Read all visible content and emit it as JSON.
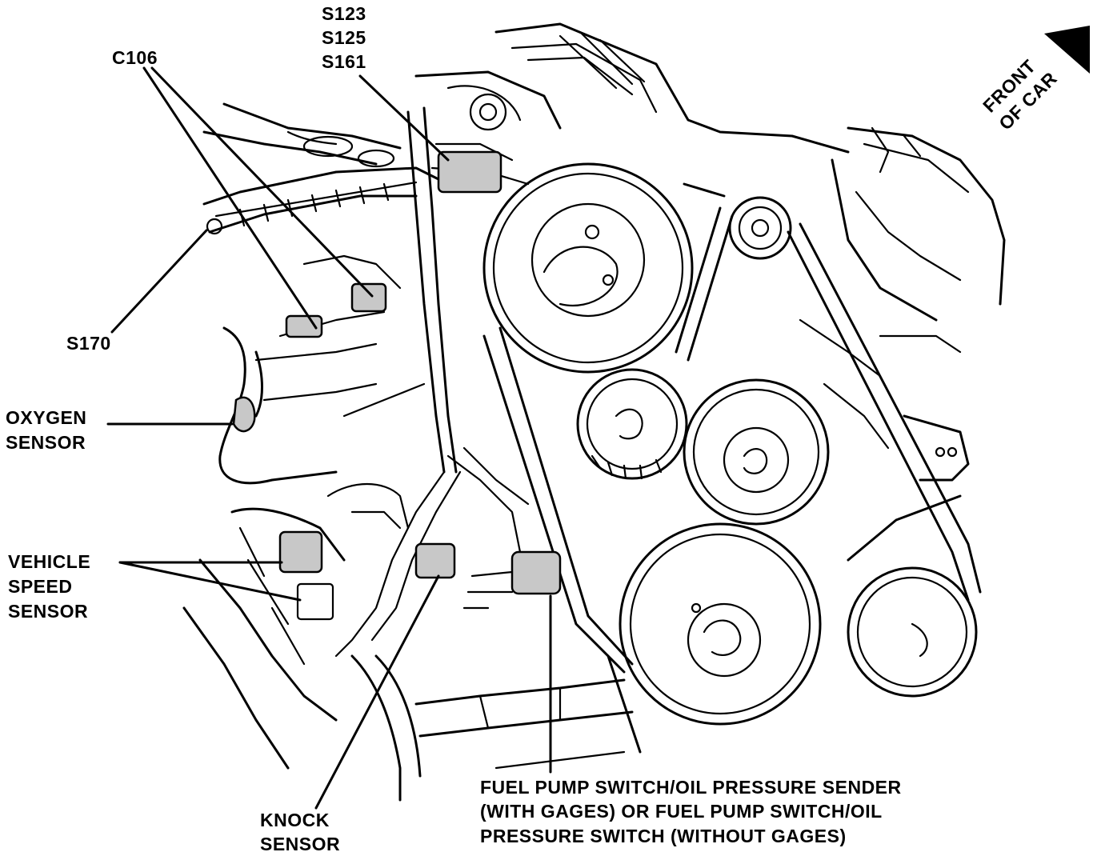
{
  "labels": {
    "s123": "S123",
    "s125": "S125",
    "s161": "S161",
    "c106": "C106",
    "s170": "S170",
    "oxygen_line1": "OXYGEN",
    "oxygen_line2": "SENSOR",
    "vss_line1": "VEHICLE",
    "vss_line2": "SPEED",
    "vss_line3": "SENSOR",
    "knock_line1": "KNOCK",
    "knock_line2": "SENSOR",
    "fuel_line1": "FUEL PUMP SWITCH/OIL PRESSURE SENDER",
    "fuel_line2": "(WITH GAGES) OR FUEL PUMP SWITCH/OIL",
    "fuel_line3": "PRESSURE SWITCH (WITHOUT GAGES)",
    "front_line1": "FRONT",
    "front_line2": "OF CAR"
  },
  "colors": {
    "ink": "#000000",
    "background": "#ffffff",
    "component_fill": "#c8c8c8"
  }
}
